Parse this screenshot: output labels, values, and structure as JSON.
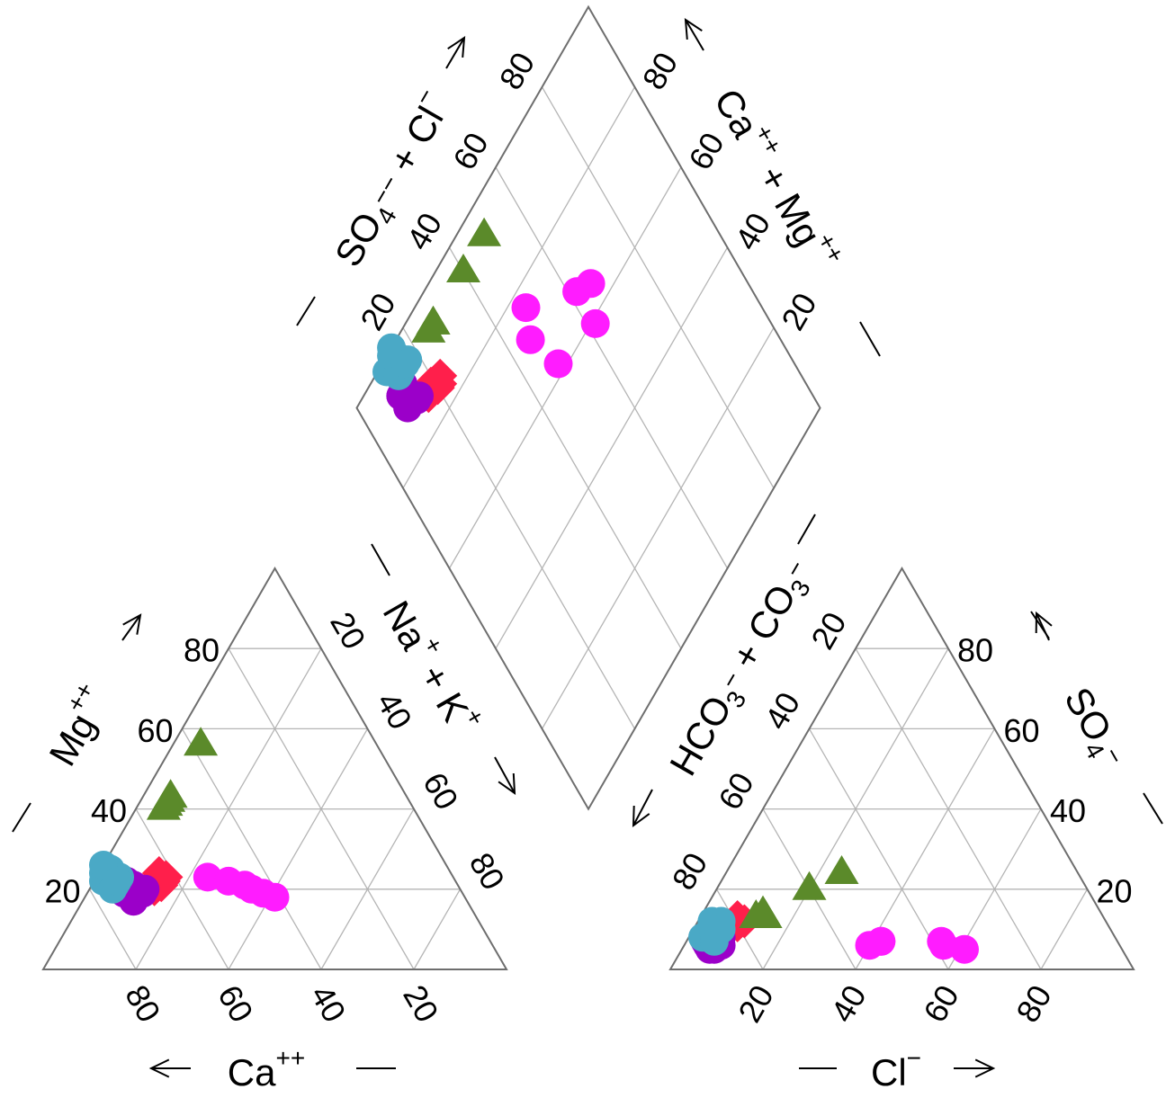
{
  "chart_data": {
    "type": "scatter",
    "title": "",
    "tick_labels": [
      "20",
      "40",
      "60",
      "80"
    ],
    "axes": {
      "cation_mg": {
        "label": "Mg",
        "sup": "++"
      },
      "cation_ca": {
        "label": "Ca",
        "sup": "++"
      },
      "cation_nak": {
        "label_a": "Na",
        "sup_a": "+",
        "label_b": " + K",
        "sup_b": "+"
      },
      "anion_so4": {
        "label": "SO",
        "sub": "4",
        "sup": "−"
      },
      "anion_cl": {
        "label": "Cl",
        "sup": "−"
      },
      "anion_hco3": {
        "label_a": "HCO",
        "sub_a": "3",
        "sup_a": "−",
        "label_b": " + CO",
        "sub_b": "3",
        "sup_b": "−"
      },
      "diamond_so4cl": {
        "label_a": "SO",
        "sub_a": "4",
        "sup_a": "−−",
        "label_b": " + Cl",
        "sup_b": "−"
      },
      "diamond_camg": {
        "label_a": "Ca",
        "sup_a": "++",
        "label_b": " + Mg",
        "sup_b": "++"
      }
    },
    "series": [
      {
        "color": "#ff1f4b",
        "marker": "diamond",
        "points": [
          {
            "ca": 64,
            "mg": 21,
            "cl": 8,
            "so4": 12
          },
          {
            "ca": 63,
            "mg": 22,
            "cl": 9,
            "so4": 11
          },
          {
            "ca": 62,
            "mg": 23,
            "cl": 8,
            "so4": 13
          },
          {
            "ca": 65,
            "mg": 21,
            "cl": 10,
            "so4": 12
          },
          {
            "ca": 66,
            "mg": 20,
            "cl": 7,
            "so4": 10
          },
          {
            "ca": 63,
            "mg": 24,
            "cl": 8,
            "so4": 11
          }
        ]
      },
      {
        "color": "#9b00c9",
        "marker": "circle",
        "points": [
          {
            "ca": 73,
            "mg": 19,
            "cl": 5,
            "so4": 6
          },
          {
            "ca": 72,
            "mg": 20,
            "cl": 4,
            "so4": 7
          },
          {
            "ca": 71,
            "mg": 18,
            "cl": 6,
            "so4": 5
          },
          {
            "ca": 72,
            "mg": 17,
            "cl": 7,
            "so4": 5
          },
          {
            "ca": 70,
            "mg": 21,
            "cl": 5,
            "so4": 8
          },
          {
            "ca": 69,
            "mg": 19,
            "cl": 8,
            "so4": 6
          },
          {
            "ca": 71,
            "mg": 22,
            "cl": 6,
            "so4": 7
          },
          {
            "ca": 68,
            "mg": 20,
            "cl": 7,
            "so4": 8
          }
        ]
      },
      {
        "color": "#5b8a2a",
        "marker": "triangle",
        "points": [
          {
            "ca": 38,
            "mg": 56,
            "cl": 25,
            "so4": 24
          },
          {
            "ca": 51,
            "mg": 43,
            "cl": 20,
            "so4": 20
          },
          {
            "ca": 53,
            "mg": 41,
            "cl": 13,
            "so4": 14
          },
          {
            "ca": 52,
            "mg": 42,
            "cl": 14,
            "so4": 13
          },
          {
            "ca": 54,
            "mg": 40,
            "cl": 12,
            "so4": 13
          }
        ]
      },
      {
        "color": "#ff1cff",
        "marker": "circle",
        "points": [
          {
            "ca": 53,
            "mg": 23,
            "cl": 42,
            "so4": 7
          },
          {
            "ca": 49,
            "mg": 22,
            "cl": 40,
            "so4": 6
          },
          {
            "ca": 46,
            "mg": 21,
            "cl": 56,
            "so4": 6
          },
          {
            "ca": 45,
            "mg": 20,
            "cl": 61,
            "so4": 5
          },
          {
            "ca": 43,
            "mg": 19,
            "cl": 42,
            "so4": 7
          },
          {
            "ca": 41,
            "mg": 18,
            "cl": 55,
            "so4": 7
          }
        ]
      },
      {
        "color": "#4aa9c6",
        "marker": "circle",
        "points": [
          {
            "ca": 76,
            "mg": 22,
            "cl": 3,
            "so4": 8
          },
          {
            "ca": 75,
            "mg": 24,
            "cl": 4,
            "so4": 10
          },
          {
            "ca": 74,
            "mg": 21,
            "cl": 5,
            "so4": 9
          },
          {
            "ca": 73,
            "mg": 25,
            "cl": 4,
            "so4": 11
          },
          {
            "ca": 75,
            "mg": 20,
            "cl": 6,
            "so4": 7
          },
          {
            "ca": 72,
            "mg": 23,
            "cl": 5,
            "so4": 12
          },
          {
            "ca": 74,
            "mg": 26,
            "cl": 3,
            "so4": 12
          },
          {
            "ca": 73,
            "mg": 22,
            "cl": 6,
            "so4": 10
          }
        ]
      }
    ]
  }
}
